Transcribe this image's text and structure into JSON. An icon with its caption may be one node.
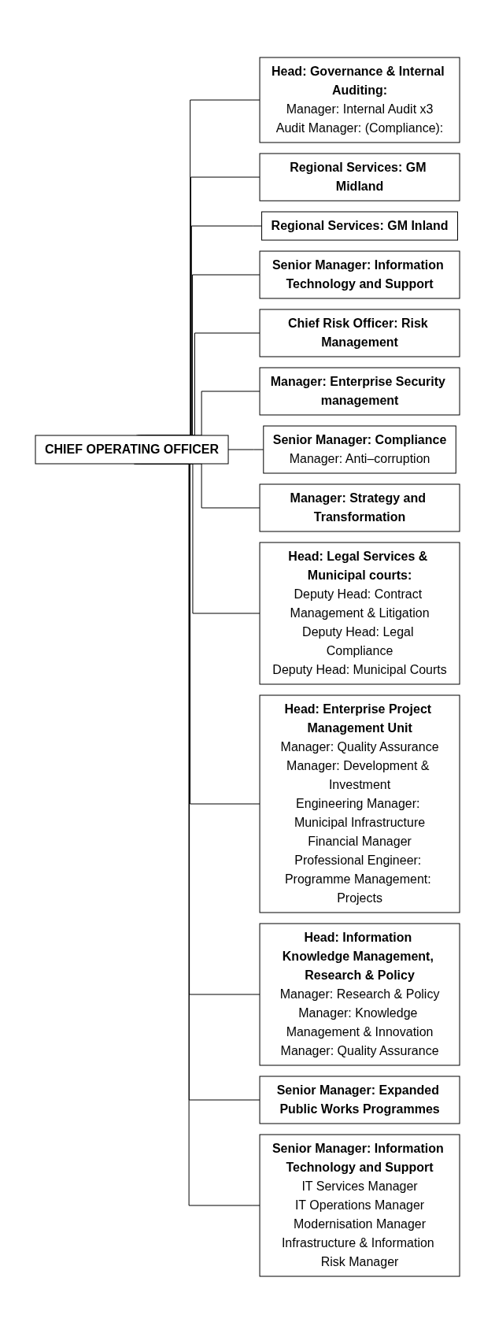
{
  "diagram": {
    "nodes": [
      {
        "text": [
          "CHIEF OPERATING OFFICER"
        ]
      },
      {
        "text": [
          "Head: Governance & Internal Auditing:",
          "Manager: Internal Audit x3",
          "Audit Manager: (Compliance):"
        ]
      },
      {
        "text": [
          "Regional Services: GM Midland"
        ]
      },
      {
        "text": [
          "Regional Services: GM Inland"
        ]
      },
      {
        "text": [
          "Senior Manager: Information Technology and Support"
        ]
      },
      {
        "text": [
          "Chief Risk Officer: Risk Management"
        ]
      },
      {
        "text": [
          "Manager: Enterprise Security management"
        ]
      },
      {
        "text": [
          "Senior Manager: Compliance",
          "Manager: Anti–corruption"
        ]
      },
      {
        "text": [
          "Manager: Strategy and Transformation"
        ]
      },
      {
        "text": [
          "Head: Legal Services & Municipal courts:",
          "Deputy Head: Contract Management & Litigation",
          "Deputy Head: Legal Compliance",
          "Deputy Head: Municipal Courts"
        ]
      },
      {
        "text": [
          "Head: Enterprise Project Management Unit",
          "Manager: Quality Assurance",
          "Manager: Development & Investment",
          "Engineering Manager: Municipal Infrastructure",
          "Financial Manager",
          "Professional Engineer: Programme Management: Projects"
        ]
      },
      {
        "text": [
          "Head: Information Knowledge Management, Research & Policy",
          "Manager: Research & Policy",
          "Manager: Knowledge Management & Innovation",
          "Manager: Quality Assurance"
        ]
      },
      {
        "text": [
          "Senior Manager: Expanded Public Works Programmes"
        ]
      },
      {
        "text": [
          "Senior Manager: Information Technology and Support",
          "IT Services Manager",
          "IT Operations Manager",
          "Modernisation Manager",
          "Infrastructure & Information Risk Manager"
        ]
      }
    ],
    "edges": [
      {
        "from": 0,
        "to": 1,
        "arrow": "none"
      },
      {
        "from": 0,
        "to": 2,
        "arrow": "none"
      },
      {
        "from": 0,
        "to": 3,
        "arrow": "none"
      },
      {
        "from": 0,
        "to": 4,
        "arrow": "none"
      },
      {
        "from": 0,
        "to": 5,
        "arrow": "none"
      },
      {
        "from": 0,
        "to": 6,
        "arrow": "none"
      },
      {
        "from": 0,
        "to": 7,
        "arrow": "none"
      },
      {
        "from": 0,
        "to": 8,
        "arrow": "none"
      },
      {
        "from": 0,
        "to": 9,
        "arrow": "none"
      },
      {
        "from": 0,
        "to": 10,
        "arrow": "none"
      },
      {
        "from": 0,
        "to": 11,
        "arrow": "none"
      },
      {
        "from": 0,
        "to": 12,
        "arrow": "none"
      },
      {
        "from": 0,
        "to": 13,
        "arrow": "none"
      }
    ]
  }
}
